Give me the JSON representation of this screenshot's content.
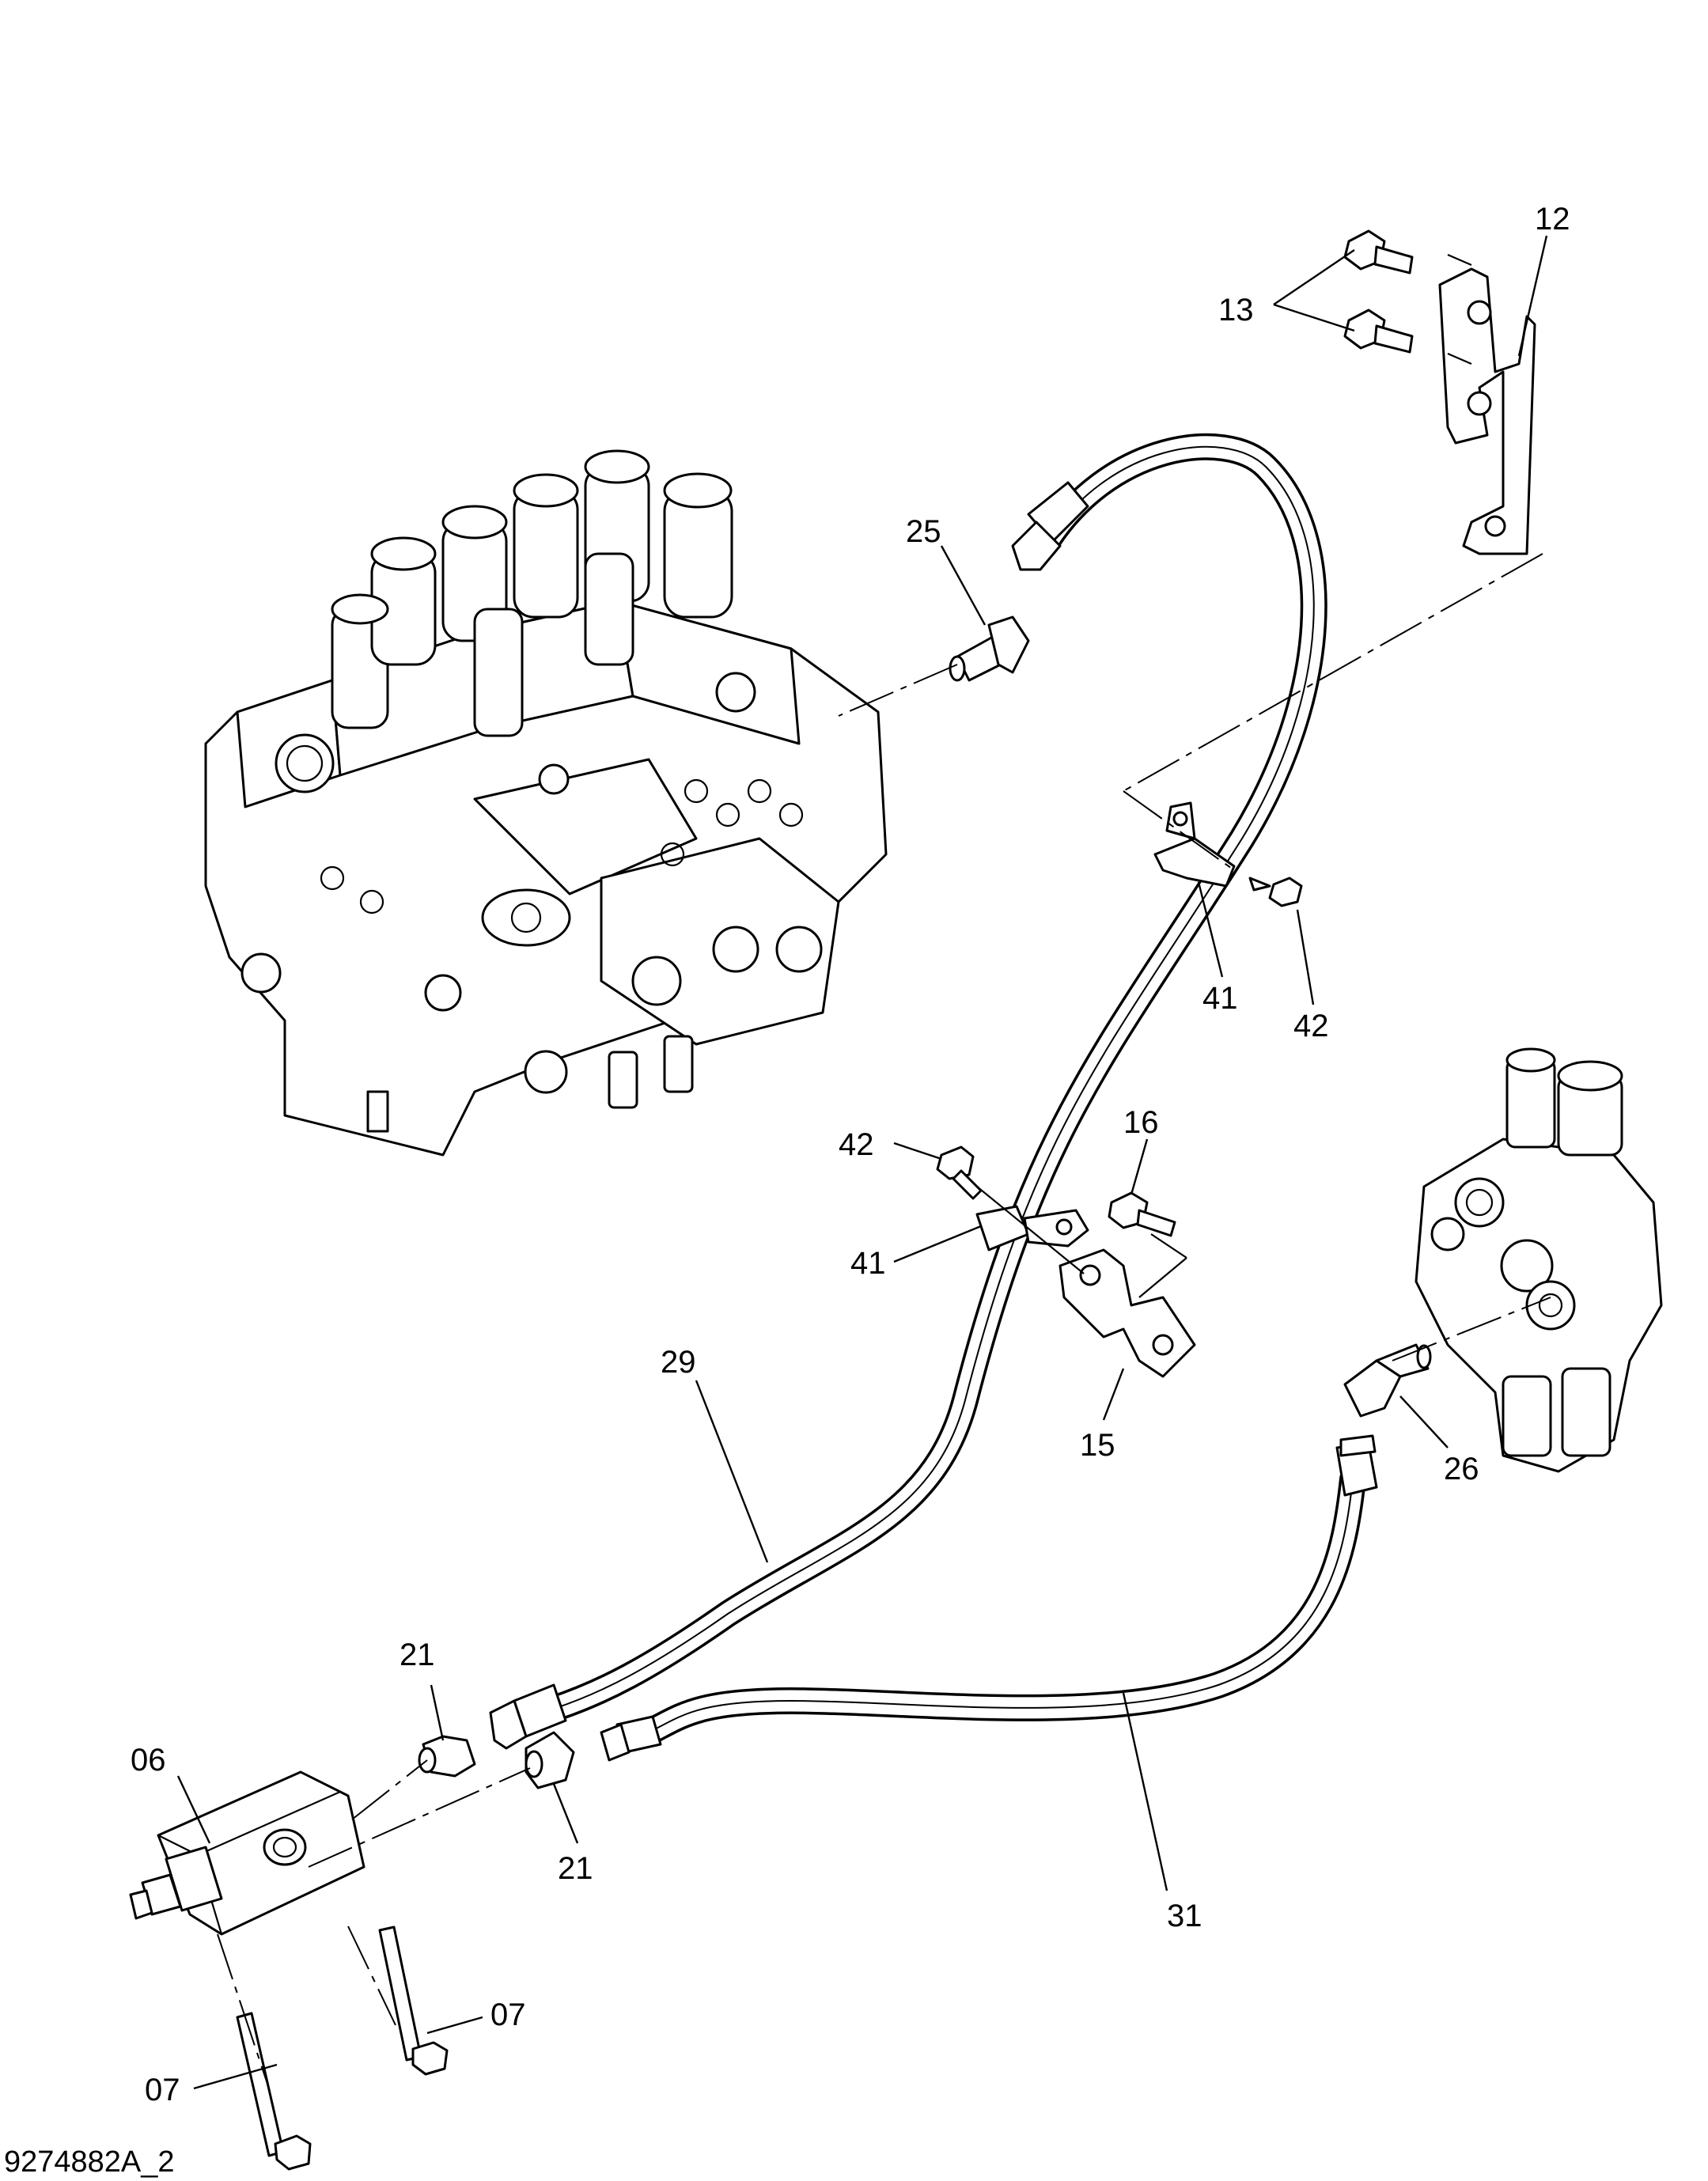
{
  "drawing_number": "9274882A_2",
  "callouts": [
    {
      "id": "c12",
      "text": "12"
    },
    {
      "id": "c13",
      "text": "13"
    },
    {
      "id": "c25",
      "text": "25"
    },
    {
      "id": "c41a",
      "text": "41"
    },
    {
      "id": "c42a",
      "text": "42"
    },
    {
      "id": "c42b",
      "text": "42"
    },
    {
      "id": "c16",
      "text": "16"
    },
    {
      "id": "c41b",
      "text": "41"
    },
    {
      "id": "c29",
      "text": "29"
    },
    {
      "id": "c15",
      "text": "15"
    },
    {
      "id": "c26",
      "text": "26"
    },
    {
      "id": "c21a",
      "text": "21"
    },
    {
      "id": "c06",
      "text": "06"
    },
    {
      "id": "c21b",
      "text": "21"
    },
    {
      "id": "c31",
      "text": "31"
    },
    {
      "id": "c07a",
      "text": "07"
    },
    {
      "id": "c07b",
      "text": "07"
    }
  ]
}
